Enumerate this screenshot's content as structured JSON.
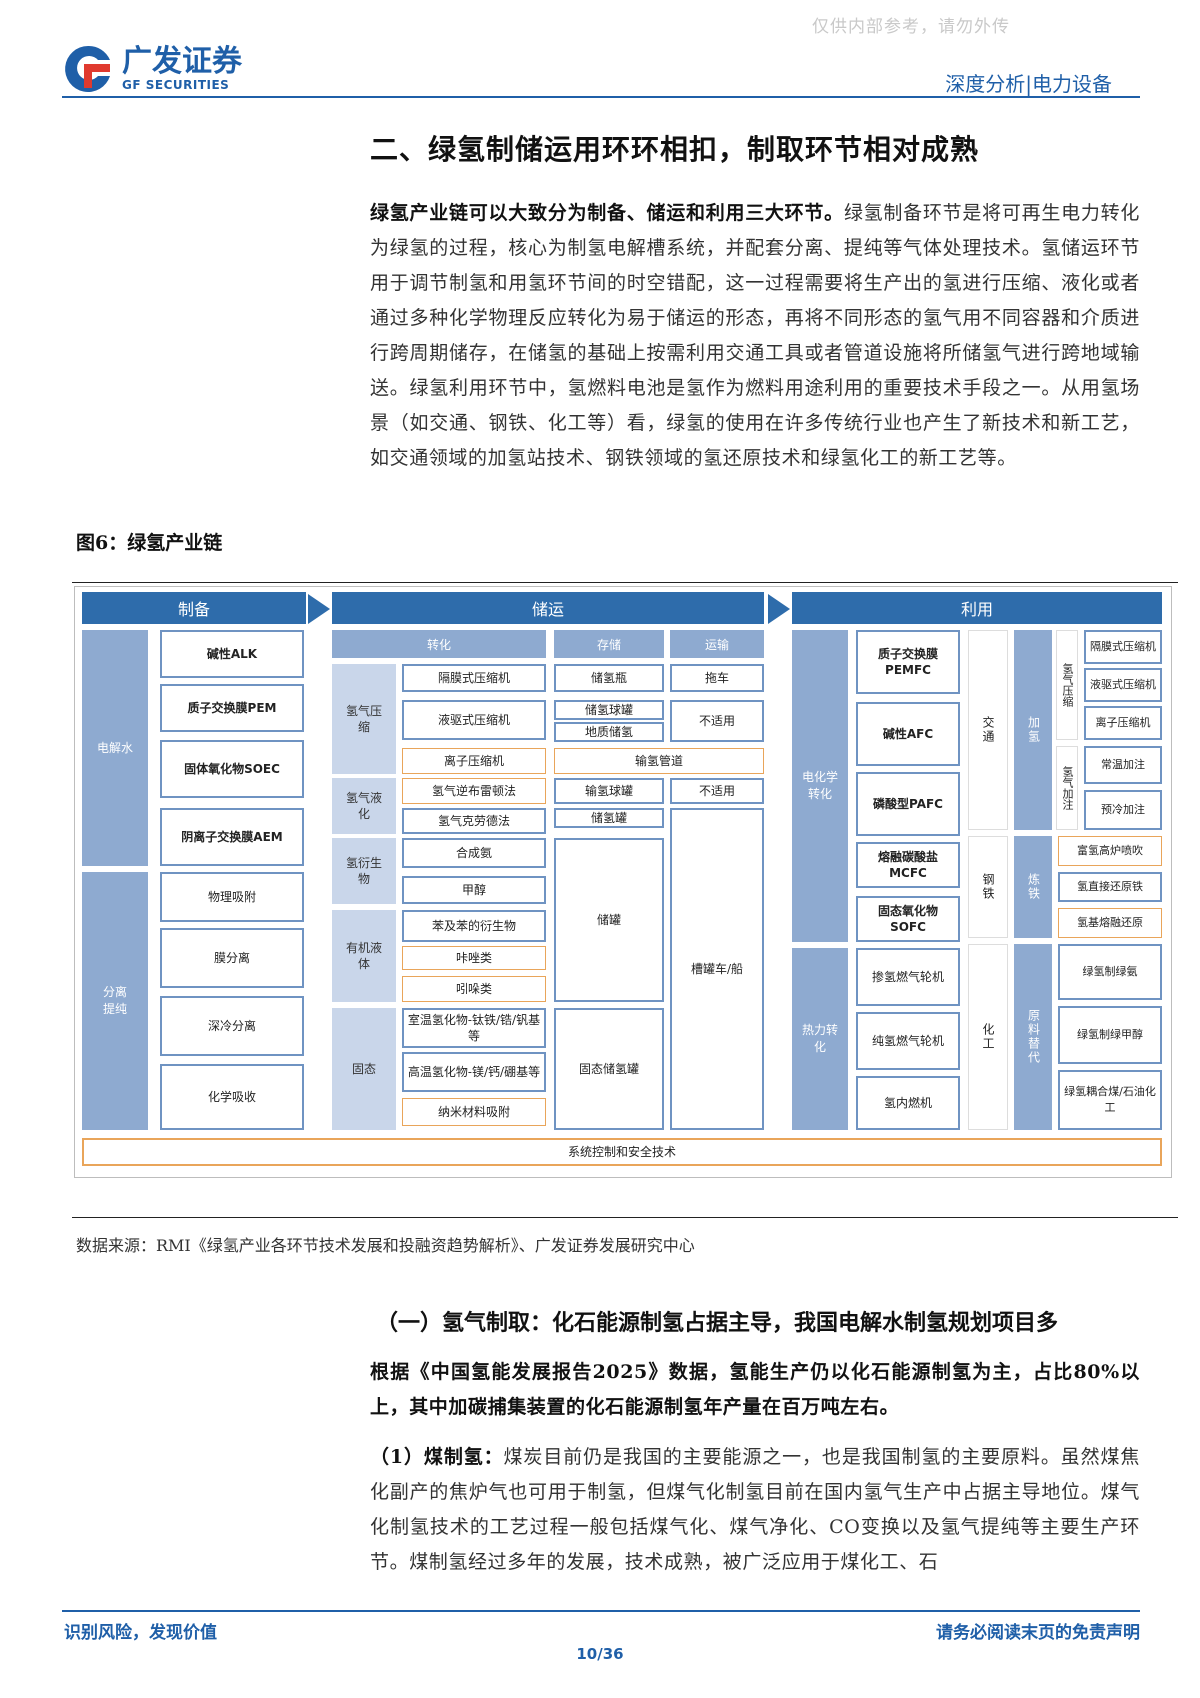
{
  "header": {
    "watermark": "仅供内部参考，请勿外传",
    "logo_cn": "广发证券",
    "logo_en": "GF SECURITIES",
    "category": "深度分析|电力设备"
  },
  "section_title": "二、绿氢制储运用环环相扣，制取环节相对成熟",
  "para1": {
    "bold": "绿氢产业链可以大致分为制备、储运和利用三大环节。",
    "text": "绿氢制备环节是将可再生电力转化为绿氢的过程，核心为制氢电解槽系统，并配套分离、提纯等气体处理技术。氢储运环节用于调节制氢和用氢环节间的时空错配，这一过程需要将生产出的氢进行压缩、液化或者通过多种化学物理反应转化为易于储运的形态，再将不同形态的氢气用不同容器和介质进行跨周期储存，在储氢的基础上按需利用交通工具或者管道设施将所储氢气进行跨地域输送。绿氢利用环节中，氢燃料电池是氢作为燃料用途利用的重要技术手段之一。从用氢场景（如交通、钢铁、化工等）看，绿氢的使用在许多传统行业也产生了新技术和新工艺，如交通领域的加氢站技术、钢铁领域的氢还原技术和绿氢化工的新工艺等。"
  },
  "figure": {
    "title": "图6：绿氢产业链",
    "source": "数据来源：RMI《绿氢产业各环节技术发展和投融资趋势解析》、广发证券发展研究中心",
    "banners": {
      "prep": "制备",
      "storage": "储运",
      "use": "利用"
    },
    "prep": {
      "electrolysis": "电解水",
      "separation": "分离提纯",
      "electrolysis_items": [
        "碱性ALK",
        "质子交换膜PEM",
        "固体氧化物SOEC",
        "阴离子交换膜AEM"
      ],
      "separation_items": [
        "物理吸附",
        "膜分离",
        "深冷分离",
        "化学吸收"
      ]
    },
    "storage": {
      "headers": [
        "转化",
        "存储",
        "运输"
      ],
      "groups": [
        "氢气压缩",
        "氢气液化",
        "氢衍生物",
        "有机液体",
        "固态"
      ],
      "conversion": [
        "隔膜式压缩机",
        "液驱式压缩机",
        "离子压缩机",
        "氢气逆布雷顿法",
        "氢气克劳德法",
        "合成氨",
        "甲醇",
        "苯及苯的衍生物",
        "咔唑类",
        "吲哚类",
        "室温氢化物-钛铁/锆/钒基等",
        "高温氢化物-镁/钙/硼基等",
        "纳米材料吸附"
      ],
      "store": [
        "储氢瓶",
        "储氢球罐",
        "地质储氢",
        "输氢管道",
        "输氢球罐",
        "储氢罐",
        "储罐",
        "固态储氢罐"
      ],
      "transport": [
        "拖车",
        "不适用",
        "不适用",
        "槽罐车/船"
      ]
    },
    "use": {
      "electrochem": "电化学转化",
      "thermal": "热力转化",
      "fuelcells": [
        "质子交换膜PEMFC",
        "碱性AFC",
        "磷酸型PAFC",
        "熔融碳酸盐MCFC",
        "固态氧化物SOFC"
      ],
      "thermal_items": [
        "掺氢燃气轮机",
        "纯氢燃气轮机",
        "氢内燃机"
      ],
      "scenes": [
        "交通",
        "钢铁",
        "化工"
      ],
      "mid": [
        "加氢",
        "炼铁",
        "原料替代"
      ],
      "compress_label": "氢气压缩",
      "inject_label": "氢气加注",
      "right_items": [
        "隔膜式压缩机",
        "液驱式压缩机",
        "离子压缩机",
        "常温加注",
        "预冷加注",
        "富氢高炉喷吹",
        "氢直接还原铁",
        "氢基熔融还原",
        "绿氢制绿氨",
        "绿氢制绿甲醇",
        "绿氢耦合煤/石油化工"
      ]
    },
    "system_control": "系统控制和安全技术"
  },
  "subsection_title": "（一）氢气制取：化石能源制氢占据主导，我国电解水制氢规划项目多",
  "para2_bold": "根据《中国氢能发展报告2025》数据，氢能生产仍以化石能源制氢为主，占比80%以上，其中加碳捕集装置的化石能源制氢年产量在百万吨左右。",
  "para3": {
    "bold": "（1）煤制氢：",
    "text": "煤炭目前仍是我国的主要能源之一，也是我国制氢的主要原料。虽然煤焦化副产的焦炉气也可用于制氢，但煤气化制氢目前在国内氢气生产中占据主导地位。煤气化制氢技术的工艺过程一般包括煤气化、煤气净化、CO变换以及氢气提纯等主要生产环节。煤制氢经过多年的发展，技术成熟，被广泛应用于煤化工、石"
  },
  "footer": {
    "left": "识别风险，发现价值",
    "right": "请务必阅读末页的免责声明",
    "page": "10/36"
  },
  "colors": {
    "brand": "#1f5fa8",
    "banner": "#2e6cab",
    "column": "#8eaad0",
    "light": "#c9d6ea",
    "orange": "#e9a55a"
  }
}
